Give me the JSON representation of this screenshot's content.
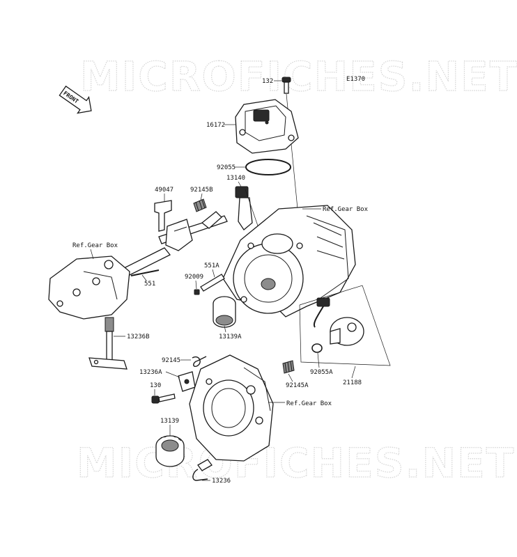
{
  "diagram_code": "E1370",
  "watermark": "MICROFICHES.NET",
  "front_label": "FRONT",
  "labels": {
    "p132": "132",
    "p16172": "16172",
    "p92055": "92055",
    "p13140": "13140",
    "p49047": "49047",
    "p92145B": "92145B",
    "ref_top": "Ref.Gear Box",
    "ref_left": "Ref.Gear Box",
    "ref_bottom": "Ref.Gear Box",
    "p551A": "551A",
    "p551": "551",
    "p92009": "92009",
    "p13139A": "13139A",
    "p13236B": "13236B",
    "p92055A": "92055A",
    "p21188": "21188",
    "p92145": "92145",
    "p13236A": "13236A",
    "p130": "130",
    "p92145A": "92145A",
    "p13139": "13139",
    "p13236": "13236"
  },
  "colors": {
    "line": "#1a1a1a",
    "watermark_outline": "#d4d4d4",
    "background": "#ffffff"
  }
}
